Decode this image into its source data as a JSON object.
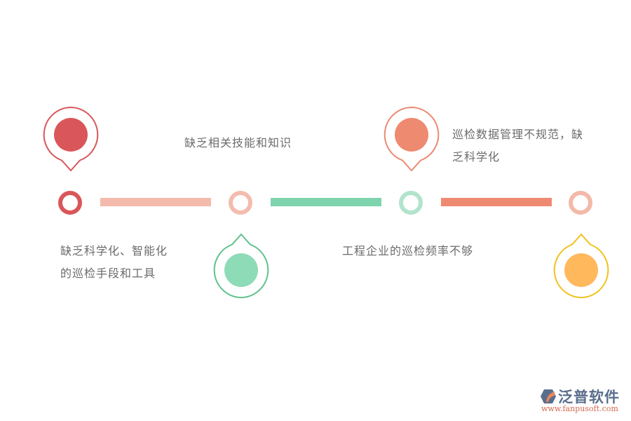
{
  "diagram": {
    "type": "horizontal-timeline",
    "nodes": [
      {
        "id": 1,
        "ring_color": "#d9575a",
        "pin_position": "top",
        "pin_stroke": "#d9575a",
        "pin_fill": "#d9575a"
      },
      {
        "id": 2,
        "ring_color": "#f3bcae",
        "pin_position": "bottom",
        "pin_stroke": "#5ec18d",
        "pin_fill": "#8ddbb7"
      },
      {
        "id": 3,
        "ring_color": "#b2e3cd",
        "pin_position": "top",
        "pin_stroke": "#ec8a73",
        "pin_fill": "#ee8a70"
      },
      {
        "id": 4,
        "ring_color": "#f3b9a9",
        "pin_position": "bottom",
        "pin_stroke": "#f0c21c",
        "pin_fill": "#ffb85c"
      }
    ],
    "connectors": [
      {
        "from": 1,
        "to": 2,
        "color": "#f4baab"
      },
      {
        "from": 2,
        "to": 3,
        "color": "#7ed4ad"
      },
      {
        "from": 3,
        "to": 4,
        "color": "#ef8a72"
      }
    ],
    "labels": [
      {
        "lines": [
          "缺乏科学化、智能化",
          "的巡检手段和工具"
        ]
      },
      {
        "lines": [
          "缺乏相关技能和知识"
        ]
      },
      {
        "lines": [
          "工程企业的巡检频率不够"
        ]
      },
      {
        "lines": [
          "巡检数据管理不规范，缺",
          "乏科学化"
        ]
      }
    ]
  },
  "logo": {
    "name": "泛普软件",
    "url": "www.fanpusoft.com"
  }
}
